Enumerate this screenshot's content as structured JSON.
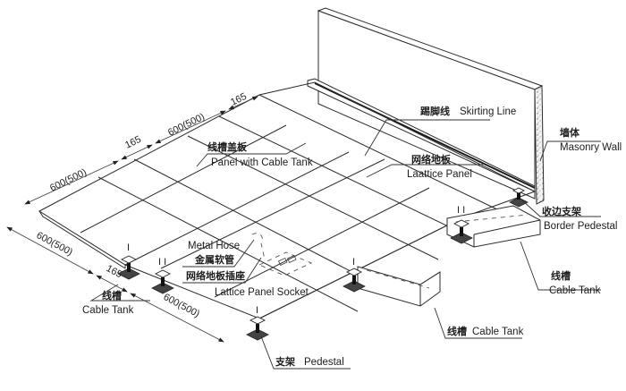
{
  "diagram": {
    "title": "Raised Access Floor with Cable Tank – Isometric Assembly",
    "labels": {
      "skirting_line": {
        "cn": "踢脚线",
        "en": "Skirting Line"
      },
      "masonry_wall": {
        "cn": "墙体",
        "en": "Masonry Wall"
      },
      "panel_with_cable_tank": {
        "cn": "线槽盖板",
        "en": "Panel with Cable Tank"
      },
      "lattice_panel": {
        "cn": "网络地板",
        "en": "Laattice Panel"
      },
      "border_pedestal": {
        "cn": "收边支架",
        "en": "Border Pedestal"
      },
      "cable_tank_right": {
        "cn": "线槽",
        "en": "Cable Tank"
      },
      "cable_tank_bottom": {
        "cn": "线槽",
        "en": "Cable Tank"
      },
      "cable_tank_left": {
        "cn": "线槽",
        "en": "Cable Tank"
      },
      "metal_hose": {
        "cn": "金属软管",
        "en": "Metal Hose"
      },
      "lattice_panel_socket": {
        "cn": "网络地板插座",
        "en": "Lattice Panel Socket"
      },
      "pedestal": {
        "cn": "支架",
        "en": "Pedestal"
      }
    },
    "dimensions": {
      "top_panel_1": "600(500)",
      "top_gap_1": "165",
      "top_panel_2": "600(500)",
      "top_gap_2": "165",
      "left_panel_1": "600(500)",
      "left_gap": "165",
      "left_panel_2": "600(500)"
    },
    "colors": {
      "line": "#2a2a2a",
      "background": "#ffffff",
      "pedestal_base": "#444444"
    }
  }
}
